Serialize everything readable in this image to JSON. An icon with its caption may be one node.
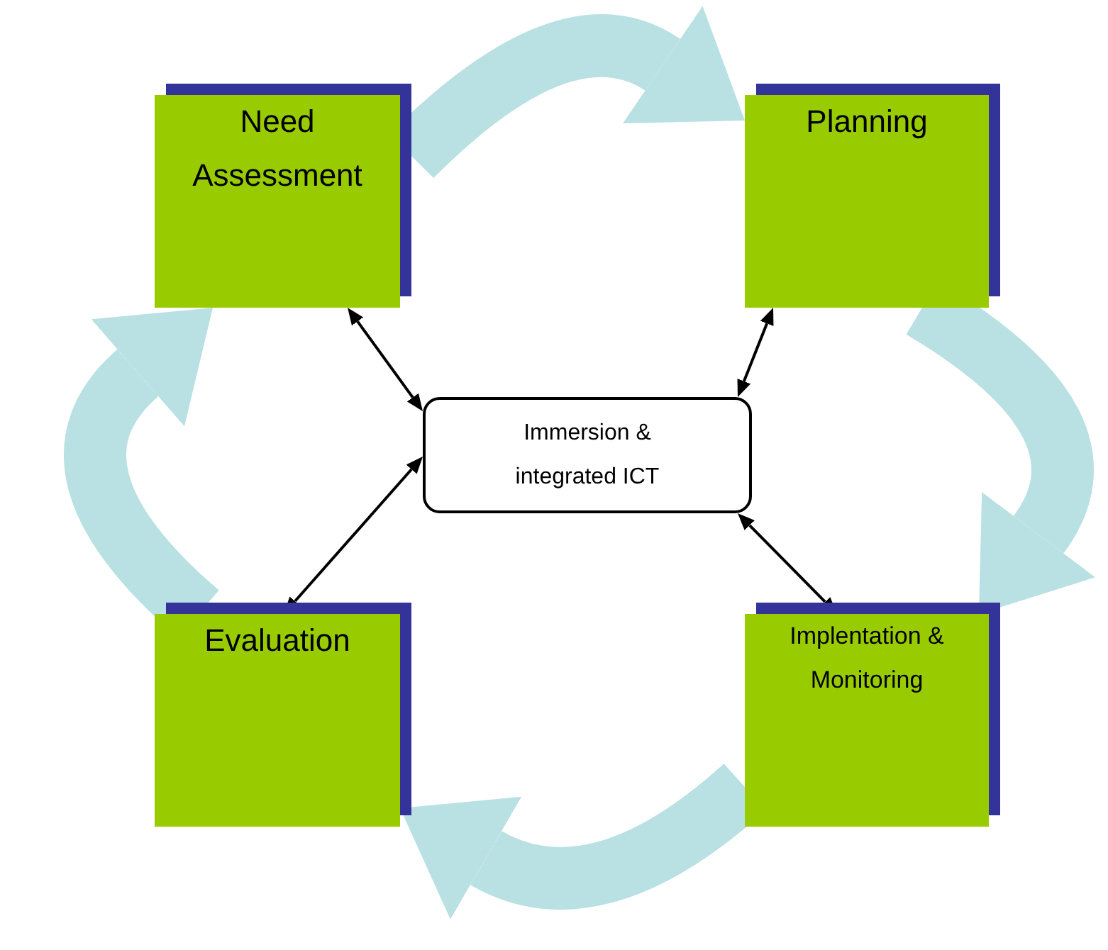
{
  "diagram": {
    "nodes": [
      {
        "text": [
          "Need Assessment"
        ]
      },
      {
        "text": [
          "Planning"
        ]
      },
      {
        "text": [
          "Immersion & integrated ICT"
        ]
      },
      {
        "text": [
          "Evaluation"
        ]
      },
      {
        "text": [
          "Implentation & Monitoring"
        ]
      }
    ],
    "edges": [
      {
        "from": 0,
        "to": 1,
        "arrow": "to",
        "style": "thick",
        "color": "#b9e0e3"
      },
      {
        "from": 1,
        "to": 4,
        "arrow": "to",
        "style": "thick",
        "color": "#b9e0e3"
      },
      {
        "from": 4,
        "to": 3,
        "arrow": "to",
        "style": "thick",
        "color": "#b9e0e3"
      },
      {
        "from": 3,
        "to": 0,
        "arrow": "to",
        "style": "thick",
        "color": "#b9e0e3"
      },
      {
        "from": 0,
        "to": 2,
        "arrow": "both",
        "color": "#000000"
      },
      {
        "from": 1,
        "to": 2,
        "arrow": "both",
        "color": "#000000"
      },
      {
        "from": 2,
        "to": 4,
        "arrow": "both",
        "color": "#000000"
      },
      {
        "from": 3,
        "to": 2,
        "arrow": "both",
        "color": "#000000"
      }
    ]
  }
}
